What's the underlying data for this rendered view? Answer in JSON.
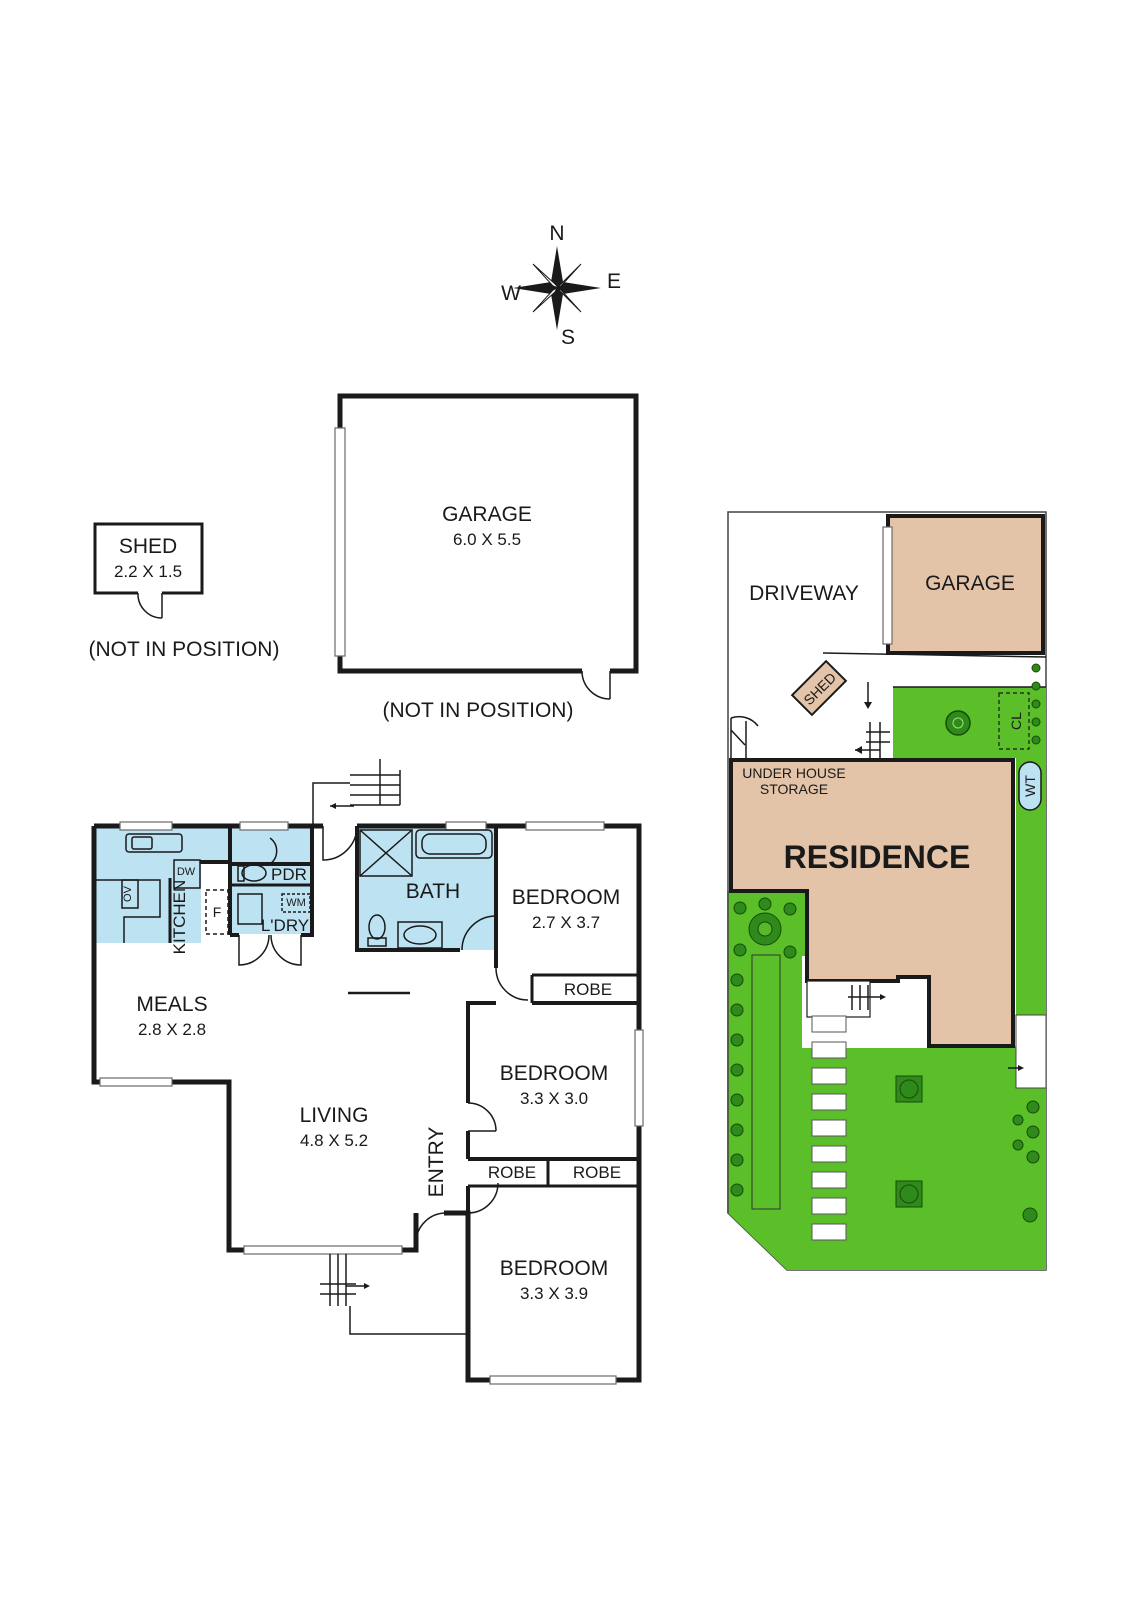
{
  "compass": {
    "n": "N",
    "e": "E",
    "s": "S",
    "w": "W"
  },
  "colors": {
    "wet_area": "#bde3f3",
    "residence": "#e3c4a8",
    "garden": "#5bbf2a",
    "tree": "#2e8a1a",
    "wall": "#1a1a1a"
  },
  "shed": {
    "label": "SHED",
    "dims": "2.2 X 1.5",
    "note": "(NOT IN POSITION)"
  },
  "garage": {
    "label": "GARAGE",
    "dims": "6.0 X 5.5",
    "note": "(NOT IN POSITION)"
  },
  "rooms": {
    "kitchen": "KITCHEN",
    "ov": "OV",
    "dw": "DW",
    "fridge": "F",
    "pdr": "PDR",
    "wm": "WM",
    "ldry": "L'DRY",
    "bath": "BATH",
    "bedroom1": {
      "label": "BEDROOM",
      "dims": "2.7 X 3.7"
    },
    "robe1": "ROBE",
    "bedroom2": {
      "label": "BEDROOM",
      "dims": "3.3 X 3.0"
    },
    "robe2": "ROBE",
    "robe3": "ROBE",
    "bedroom3": {
      "label": "BEDROOM",
      "dims": "3.3 X 3.9"
    },
    "meals": {
      "label": "MEALS",
      "dims": "2.8 X 2.8"
    },
    "living": {
      "label": "LIVING",
      "dims": "4.8 X 5.2"
    },
    "entry": "ENTRY"
  },
  "site": {
    "driveway": "DRIVEWAY",
    "garage": "GARAGE",
    "shed": "SHED",
    "cl": "CL",
    "wt": "WT",
    "storage_line1": "UNDER HOUSE",
    "storage_line2": "STORAGE",
    "residence": "RESIDENCE"
  }
}
